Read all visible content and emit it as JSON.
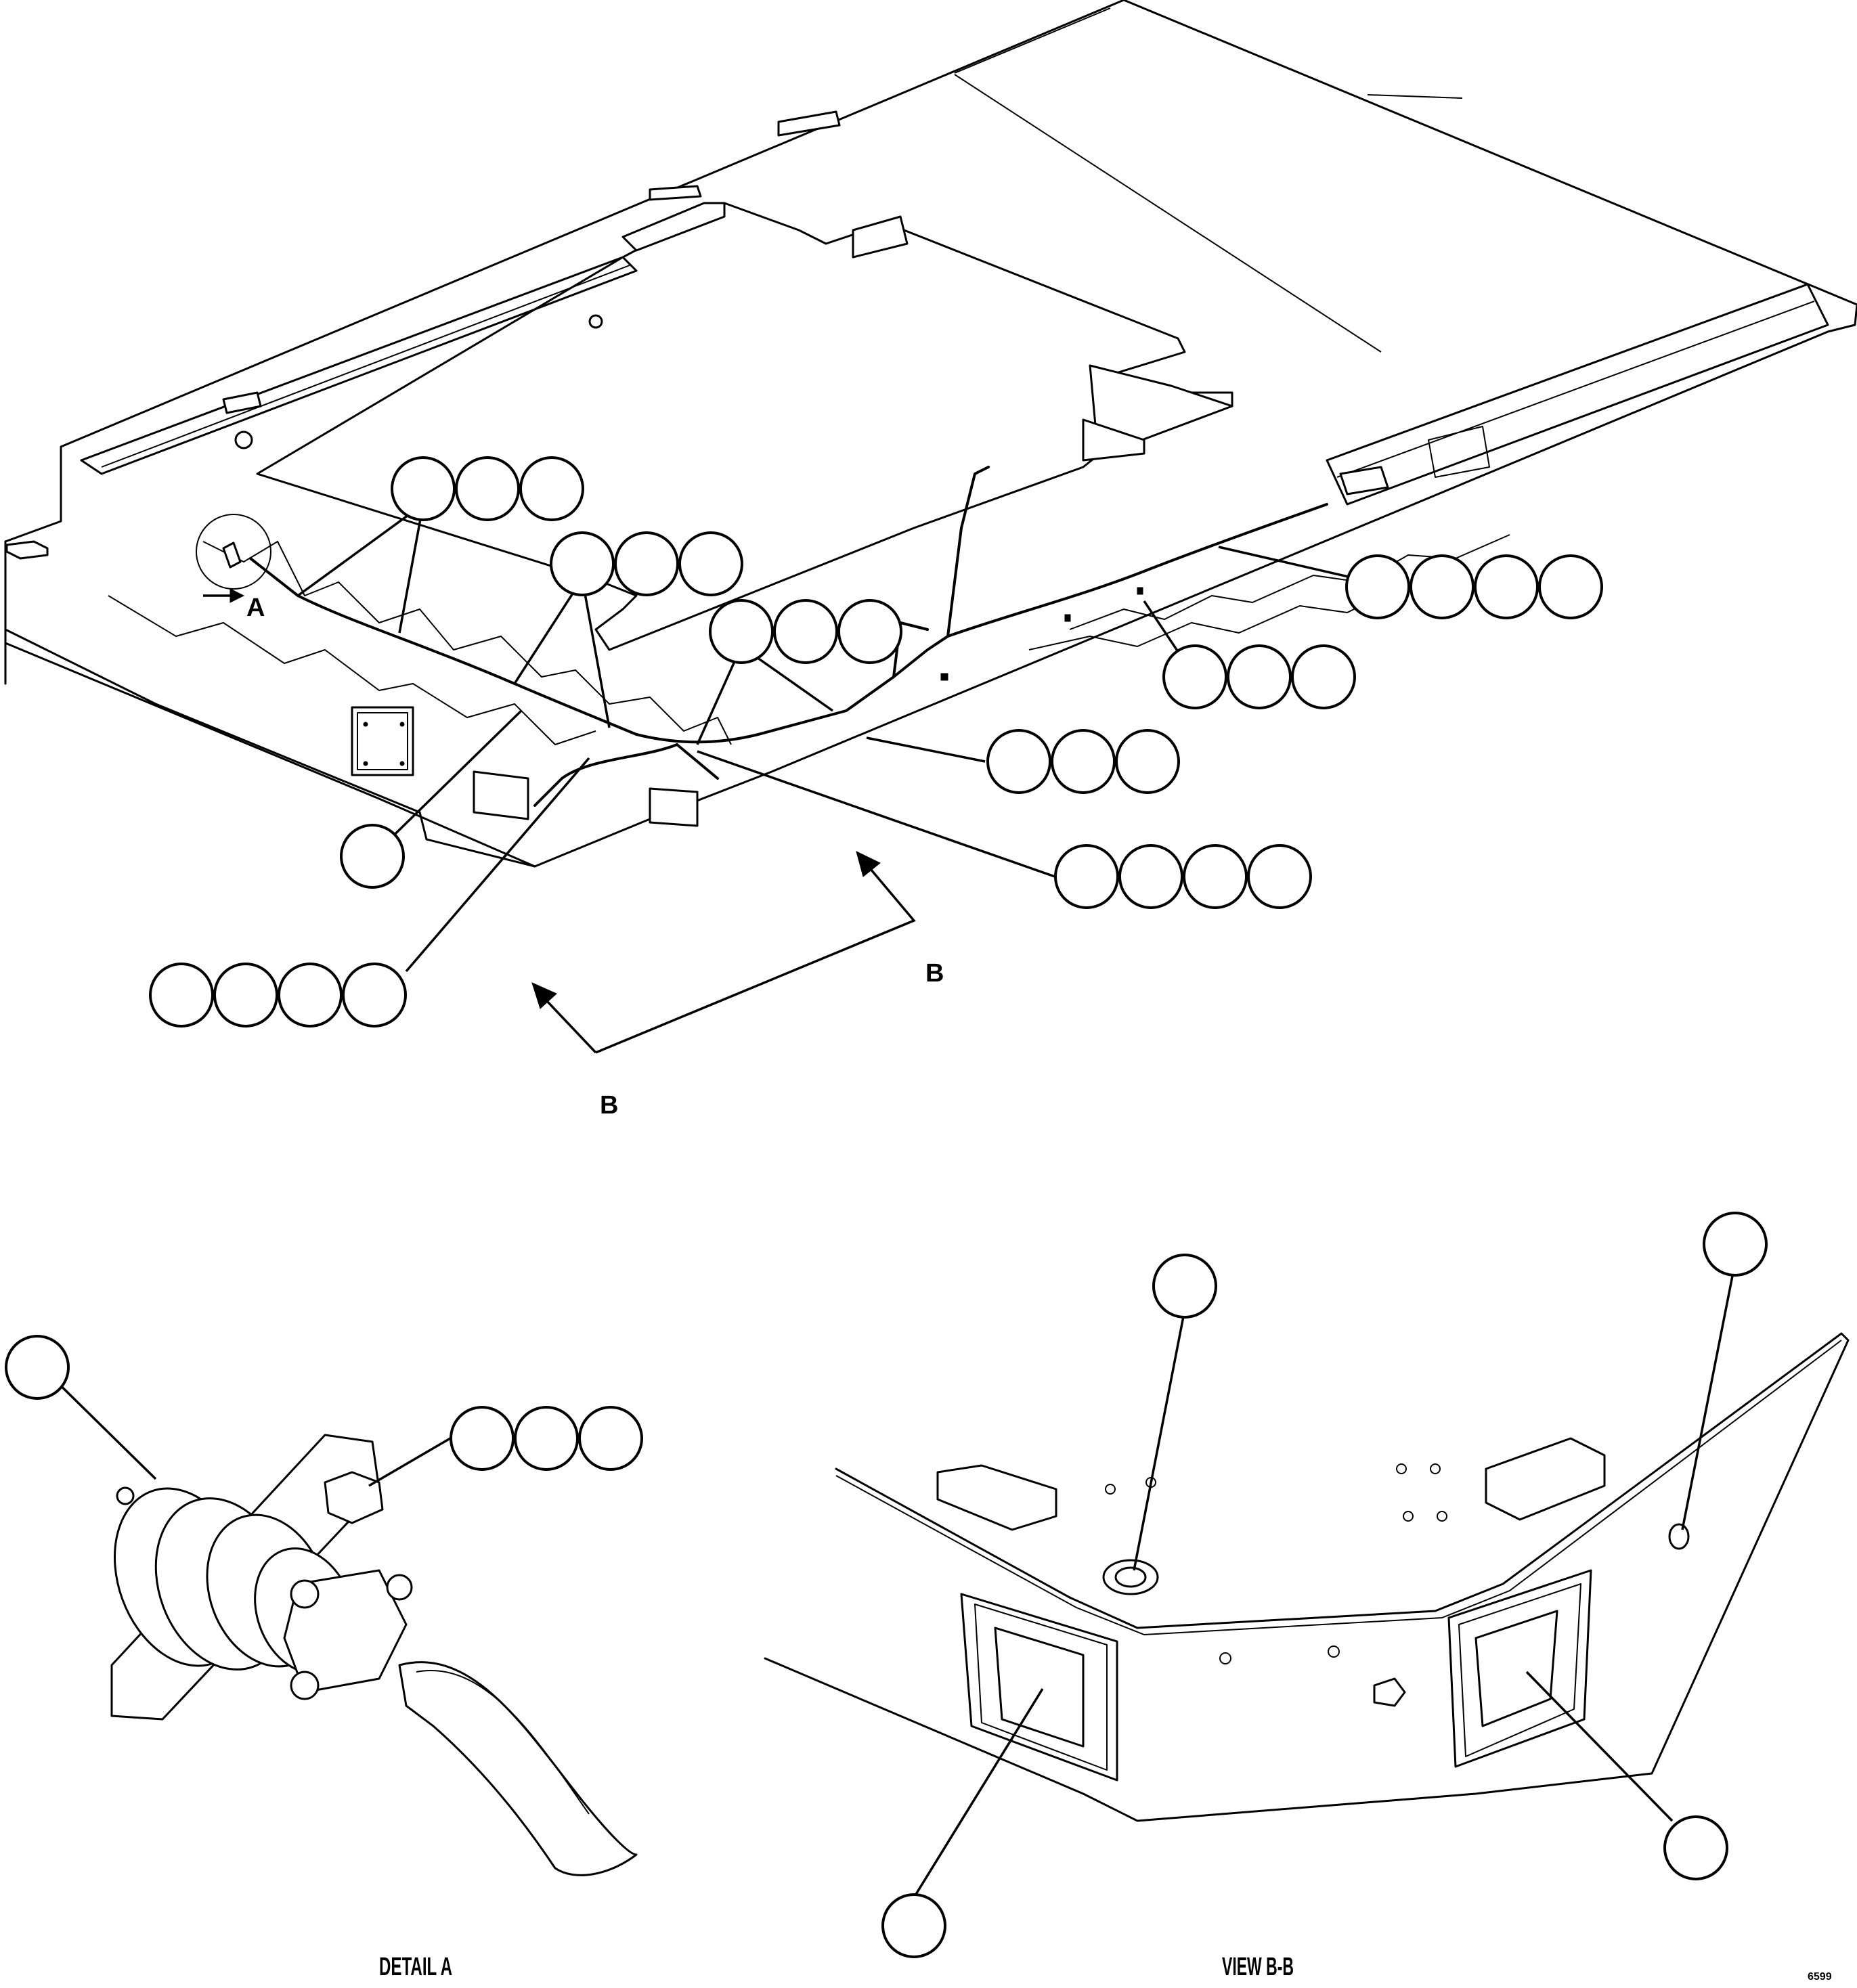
{
  "labels": {
    "detail_a_ref": "A",
    "section_b_ref_right": "B",
    "section_b_ref_left": "B",
    "detail_a_caption": "DETAIL A",
    "view_bb_caption": "VIEW B-B",
    "figure_number": "6599"
  }
}
